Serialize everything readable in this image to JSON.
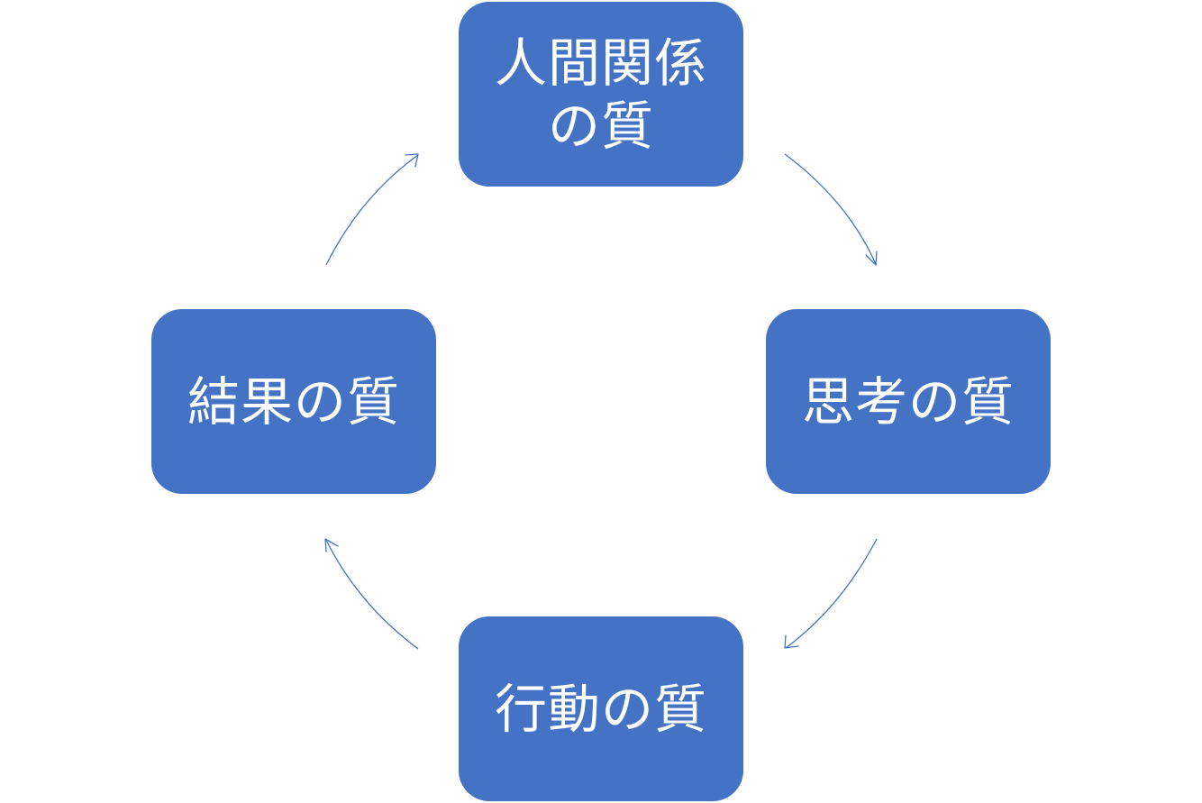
{
  "diagram": {
    "type": "cycle",
    "nodes": [
      {
        "id": "top",
        "label": "人間関係の質"
      },
      {
        "id": "right",
        "label": "思考の質"
      },
      {
        "id": "bottom",
        "label": "行動の質"
      },
      {
        "id": "left",
        "label": "結果の質"
      }
    ],
    "edges": [
      {
        "from": "top",
        "to": "right"
      },
      {
        "from": "right",
        "to": "bottom"
      },
      {
        "from": "bottom",
        "to": "left"
      },
      {
        "from": "left",
        "to": "top"
      }
    ],
    "colors": {
      "node_fill": "#4472c4",
      "node_text": "#ffffff",
      "arrow": "#4472c4",
      "background": "#ffffff"
    }
  }
}
